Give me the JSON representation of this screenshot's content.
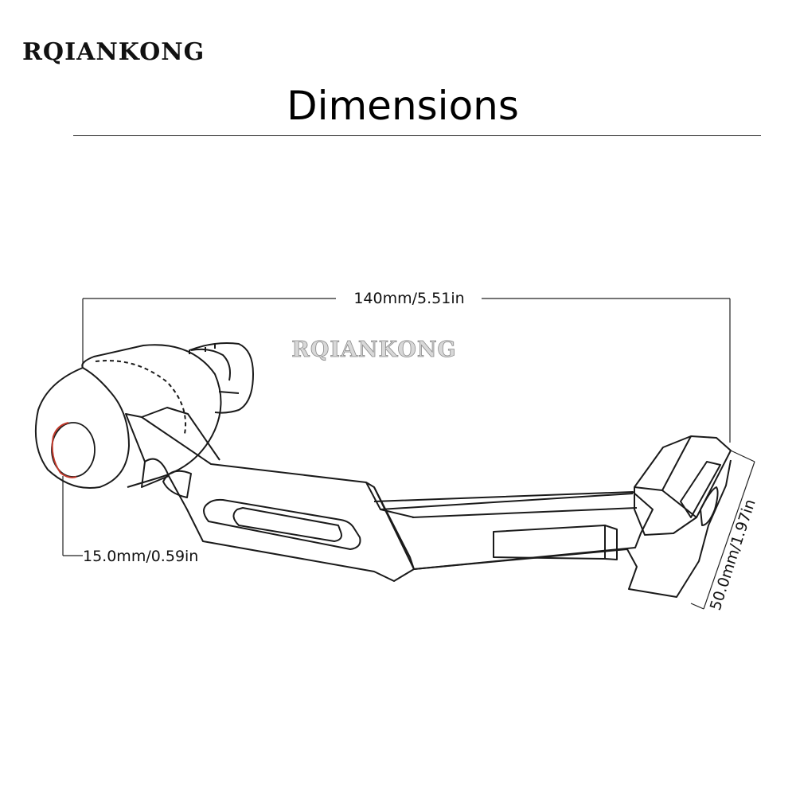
{
  "brand": "RQIANKONG",
  "title": "Dimensions",
  "watermark": "RQIANKONG",
  "dimensions": {
    "length": "140mm/5.51in",
    "bore": "15.0mm/0.59in",
    "height": "50.0mm/1.97in"
  },
  "colors": {
    "line": "#1a1a1a",
    "bore_highlight": "#c0392b"
  }
}
